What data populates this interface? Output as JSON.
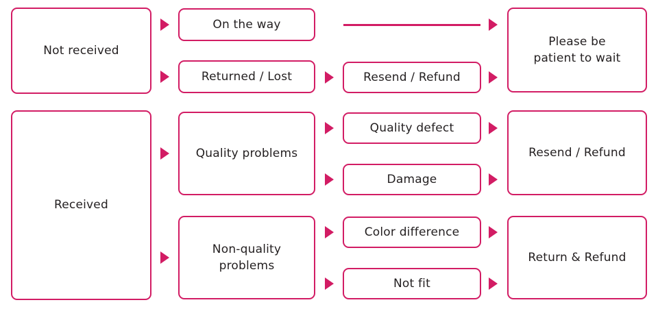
{
  "diagram": {
    "title": "Order issue resolution flowchart",
    "accent_color": "#D21C64",
    "text_color": "#231f20",
    "background_color": "#FFFFFF",
    "columns": 4,
    "nodes": [
      {
        "id": "not-received",
        "label": "Not received",
        "column": 1
      },
      {
        "id": "received",
        "label": "Received",
        "column": 1
      },
      {
        "id": "on-the-way",
        "label": "On the way",
        "column": 2
      },
      {
        "id": "returned-lost",
        "label": "Returned / Lost",
        "column": 2
      },
      {
        "id": "quality-problems",
        "label": "Quality problems",
        "column": 2
      },
      {
        "id": "non-quality-problems",
        "label": "Non-quality\nproblems",
        "column": 2
      },
      {
        "id": "resend-refund-1",
        "label": "Resend / Refund",
        "column": 3
      },
      {
        "id": "quality-defect",
        "label": "Quality defect",
        "column": 3
      },
      {
        "id": "damage",
        "label": "Damage",
        "column": 3
      },
      {
        "id": "color-difference",
        "label": "Color difference",
        "column": 3
      },
      {
        "id": "not-fit",
        "label": "Not fit",
        "column": 3
      },
      {
        "id": "please-be-patient",
        "label": "Please be\npatient to wait",
        "column": 4
      },
      {
        "id": "resend-refund-2",
        "label": "Resend / Refund",
        "column": 4
      },
      {
        "id": "return-refund",
        "label": "Return & Refund",
        "column": 4
      }
    ],
    "connectors": [
      {
        "id": "c1",
        "kind": "arrow",
        "from": "not-received",
        "to": "on-the-way"
      },
      {
        "id": "c2",
        "kind": "arrow",
        "from": "not-received",
        "to": "returned-lost"
      },
      {
        "id": "c3",
        "kind": "line",
        "from": "on-the-way",
        "to": "please-be-patient"
      },
      {
        "id": "c4",
        "kind": "arrow",
        "from": "on-the-way",
        "to": "please-be-patient"
      },
      {
        "id": "c5",
        "kind": "arrow",
        "from": "returned-lost",
        "to": "resend-refund-1"
      },
      {
        "id": "c6",
        "kind": "arrow",
        "from": "resend-refund-1",
        "to": "please-be-patient"
      },
      {
        "id": "c7",
        "kind": "arrow",
        "from": "received",
        "to": "quality-problems"
      },
      {
        "id": "c8",
        "kind": "arrow",
        "from": "received",
        "to": "non-quality-problems"
      },
      {
        "id": "c9",
        "kind": "arrow",
        "from": "quality-problems",
        "to": "quality-defect"
      },
      {
        "id": "c10",
        "kind": "arrow",
        "from": "quality-problems",
        "to": "damage"
      },
      {
        "id": "c11",
        "kind": "arrow",
        "from": "quality-defect",
        "to": "resend-refund-2"
      },
      {
        "id": "c12",
        "kind": "arrow",
        "from": "damage",
        "to": "resend-refund-2"
      },
      {
        "id": "c13",
        "kind": "arrow",
        "from": "non-quality-problems",
        "to": "color-difference"
      },
      {
        "id": "c14",
        "kind": "arrow",
        "from": "non-quality-problems",
        "to": "not-fit"
      },
      {
        "id": "c15",
        "kind": "arrow",
        "from": "color-difference",
        "to": "return-refund"
      },
      {
        "id": "c16",
        "kind": "arrow",
        "from": "not-fit",
        "to": "return-refund"
      }
    ]
  }
}
